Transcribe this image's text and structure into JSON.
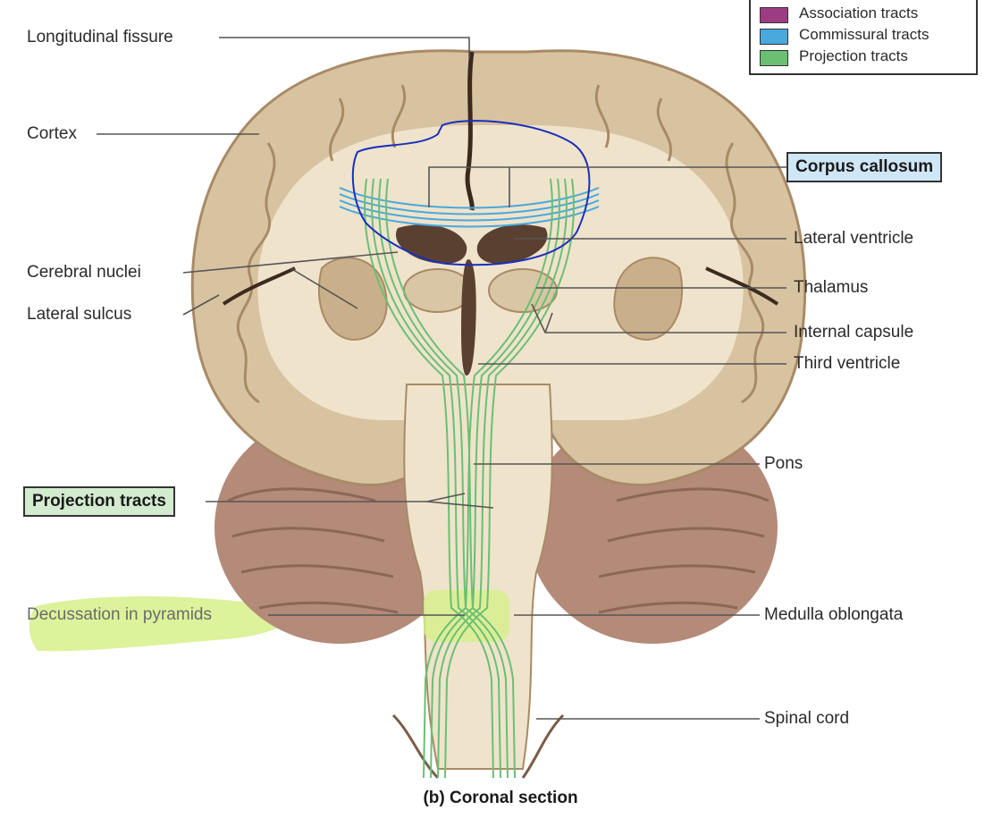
{
  "legend": {
    "items": [
      {
        "label": "Association tracts",
        "color": "#9c3d83"
      },
      {
        "label": "Commissural tracts",
        "color": "#49a8dc"
      },
      {
        "label": "Projection tracts",
        "color": "#6bbf73"
      }
    ]
  },
  "labels": {
    "longitudinal_fissure": "Longitudinal fissure",
    "cortex": "Cortex",
    "corpus_callosum": "Corpus callosum",
    "lateral_ventricle": "Lateral ventricle",
    "cerebral_nuclei": "Cerebral nuclei",
    "thalamus": "Thalamus",
    "lateral_sulcus": "Lateral sulcus",
    "internal_capsule": "Internal capsule",
    "third_ventricle": "Third ventricle",
    "pons": "Pons",
    "projection_tracts": "Projection tracts",
    "decussation": "Decussation in pyramids",
    "medulla_oblongata": "Medulla oblongata",
    "spinal_cord": "Spinal cord"
  },
  "caption": "(b) Coronal section",
  "colors": {
    "brain_tan": "#d8c3a0",
    "brain_cortex_edge": "#a98a66",
    "white_matter": "#efe3cc",
    "cerebellum": "#b48a78",
    "ventricle": "#5a4030",
    "callosum_box": "#cfe6f6",
    "projection_box": "#d3ebcf",
    "highlighter": "#d6f08a",
    "annotation_ink": "#1a2fbf"
  }
}
